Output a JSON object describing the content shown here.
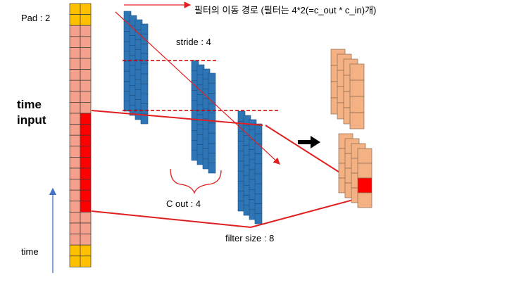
{
  "labels": {
    "pad": "Pad : 2",
    "filter_path": "필터의 이동 경로 (필터는 4*2(=c_out * c_in)개)",
    "stride": "stride : 4",
    "time_input_line1": "time",
    "time_input_line2": "input",
    "c_out": "C out : 4",
    "filter_size": "filter size : 8",
    "time_axis": "time"
  },
  "colors": {
    "pad_cell": "#ffc000",
    "input_cell": "#f4a08c",
    "highlight": "#ff0000",
    "filter_cell": "#2e75b6",
    "output_cell": "#f4b183",
    "cell_border": "#3a3a3a",
    "guide_line": "#e02020",
    "time_arrow": "#4472c4",
    "big_arrow": "#000000"
  },
  "icons": {
    "time_arrow": "up-arrow-icon",
    "output_arrow": "right-arrow-icon"
  }
}
